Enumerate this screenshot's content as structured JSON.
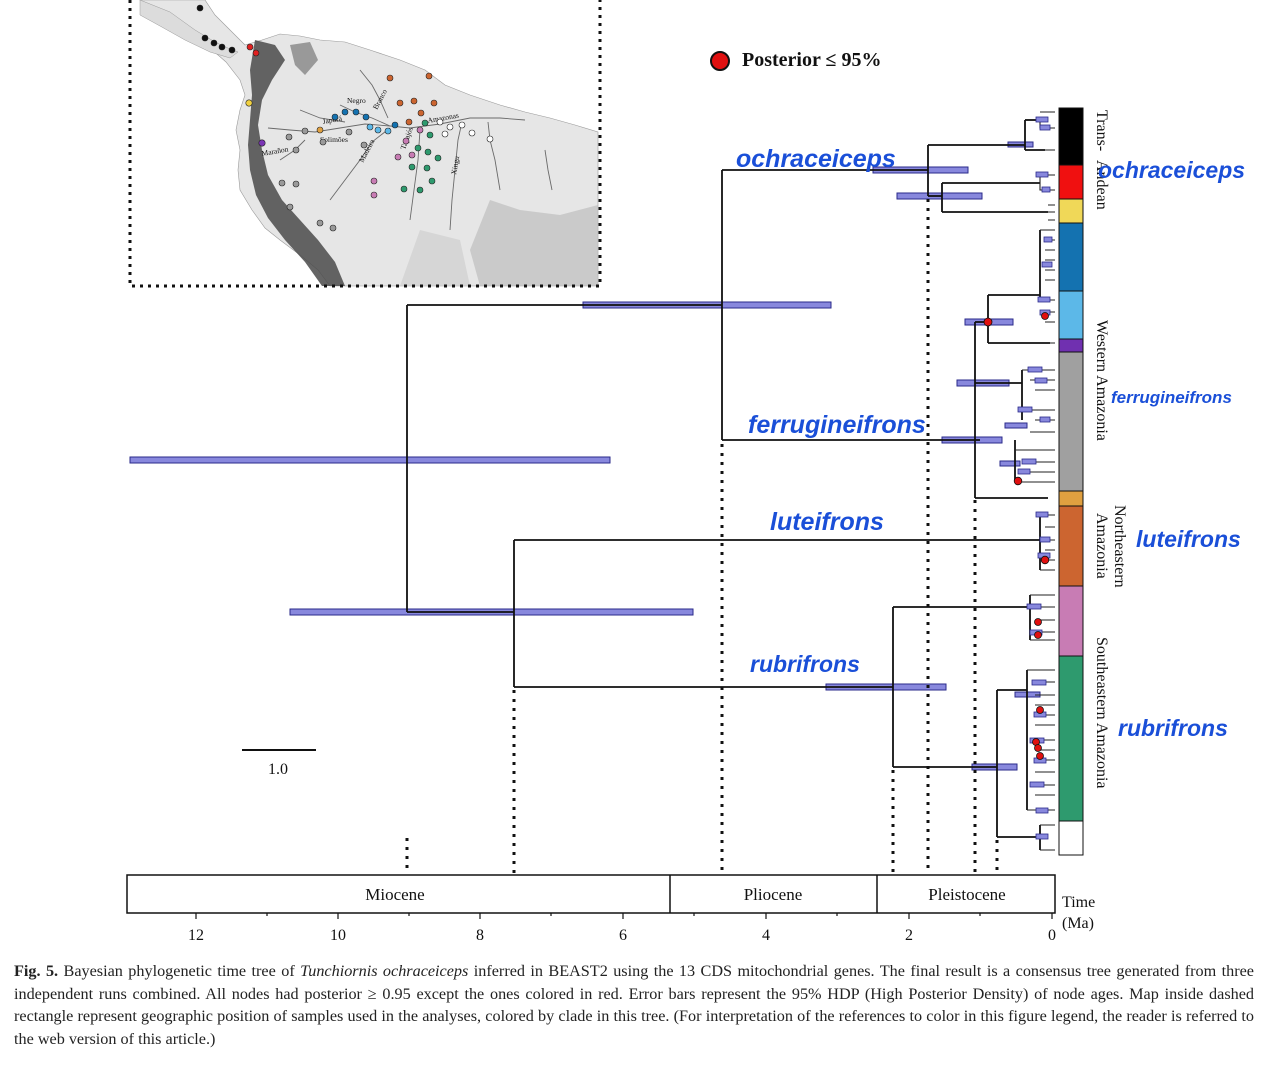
{
  "legend": {
    "posterior_label": "Posterior ≤ 95%",
    "marker_color": "#e01010"
  },
  "scale_bar": {
    "label": "1.0"
  },
  "time_axis": {
    "epochs": [
      "Miocene",
      "Pliocene",
      "Pleistocene"
    ],
    "ticks": [
      "12",
      "10",
      "8",
      "6",
      "4",
      "2",
      "0"
    ],
    "title_line1": "Time",
    "title_line2": "(Ma)"
  },
  "clade_labels_tree": [
    "ochraceiceps",
    "ferrugineifrons",
    "luteifrons",
    "rubrifrons"
  ],
  "clade_labels_right": [
    "ochraceiceps",
    "ferrugineifrons",
    "luteifrons",
    "rubrifrons"
  ],
  "region_labels": {
    "trans_andean_1": "Trans-",
    "trans_andean_2": "Andean",
    "western": "Western Amazonia",
    "northeastern_1": "Northeastern",
    "northeastern_2": "Amazonia",
    "southeastern": "Southeastern Amazonia"
  },
  "map_labels": [
    "Negro",
    "Branco",
    "Japurá",
    "Solimões",
    "Marañon",
    "Madeira",
    "Tapajós",
    "Amazonas",
    "Xingu"
  ],
  "clade_colors": {
    "black": "#000000",
    "red": "#f01010",
    "yellow": "#f0d858",
    "blue": "#1472b0",
    "lightblue": "#5cb8e8",
    "purple": "#7030b0",
    "gray": "#a0a0a0",
    "orange": "#e0a040",
    "rust": "#cc6530",
    "pink": "#c87cb4",
    "green": "#2e9a6e",
    "white": "#ffffff"
  },
  "caption": {
    "label": "Fig. 5.",
    "text_before_italic": " Bayesian phylogenetic time tree of ",
    "italic": "Tunchiornis ochraceiceps",
    "text_after_italic": " inferred in BEAST2 using the 13 CDS mitochondrial genes. The final result is a consensus tree generated from three independent runs combined. All nodes had posterior ≥ 0.95 except the ones colored in red. Error bars represent the 95% HDP (High Posterior Density) of node ages. Map inside dashed rectangle represent geographic position of samples used in the analyses, colored by clade in this tree. (For interpretation of the references to color in this figure legend, the reader is referred to the web version of this article.)"
  }
}
